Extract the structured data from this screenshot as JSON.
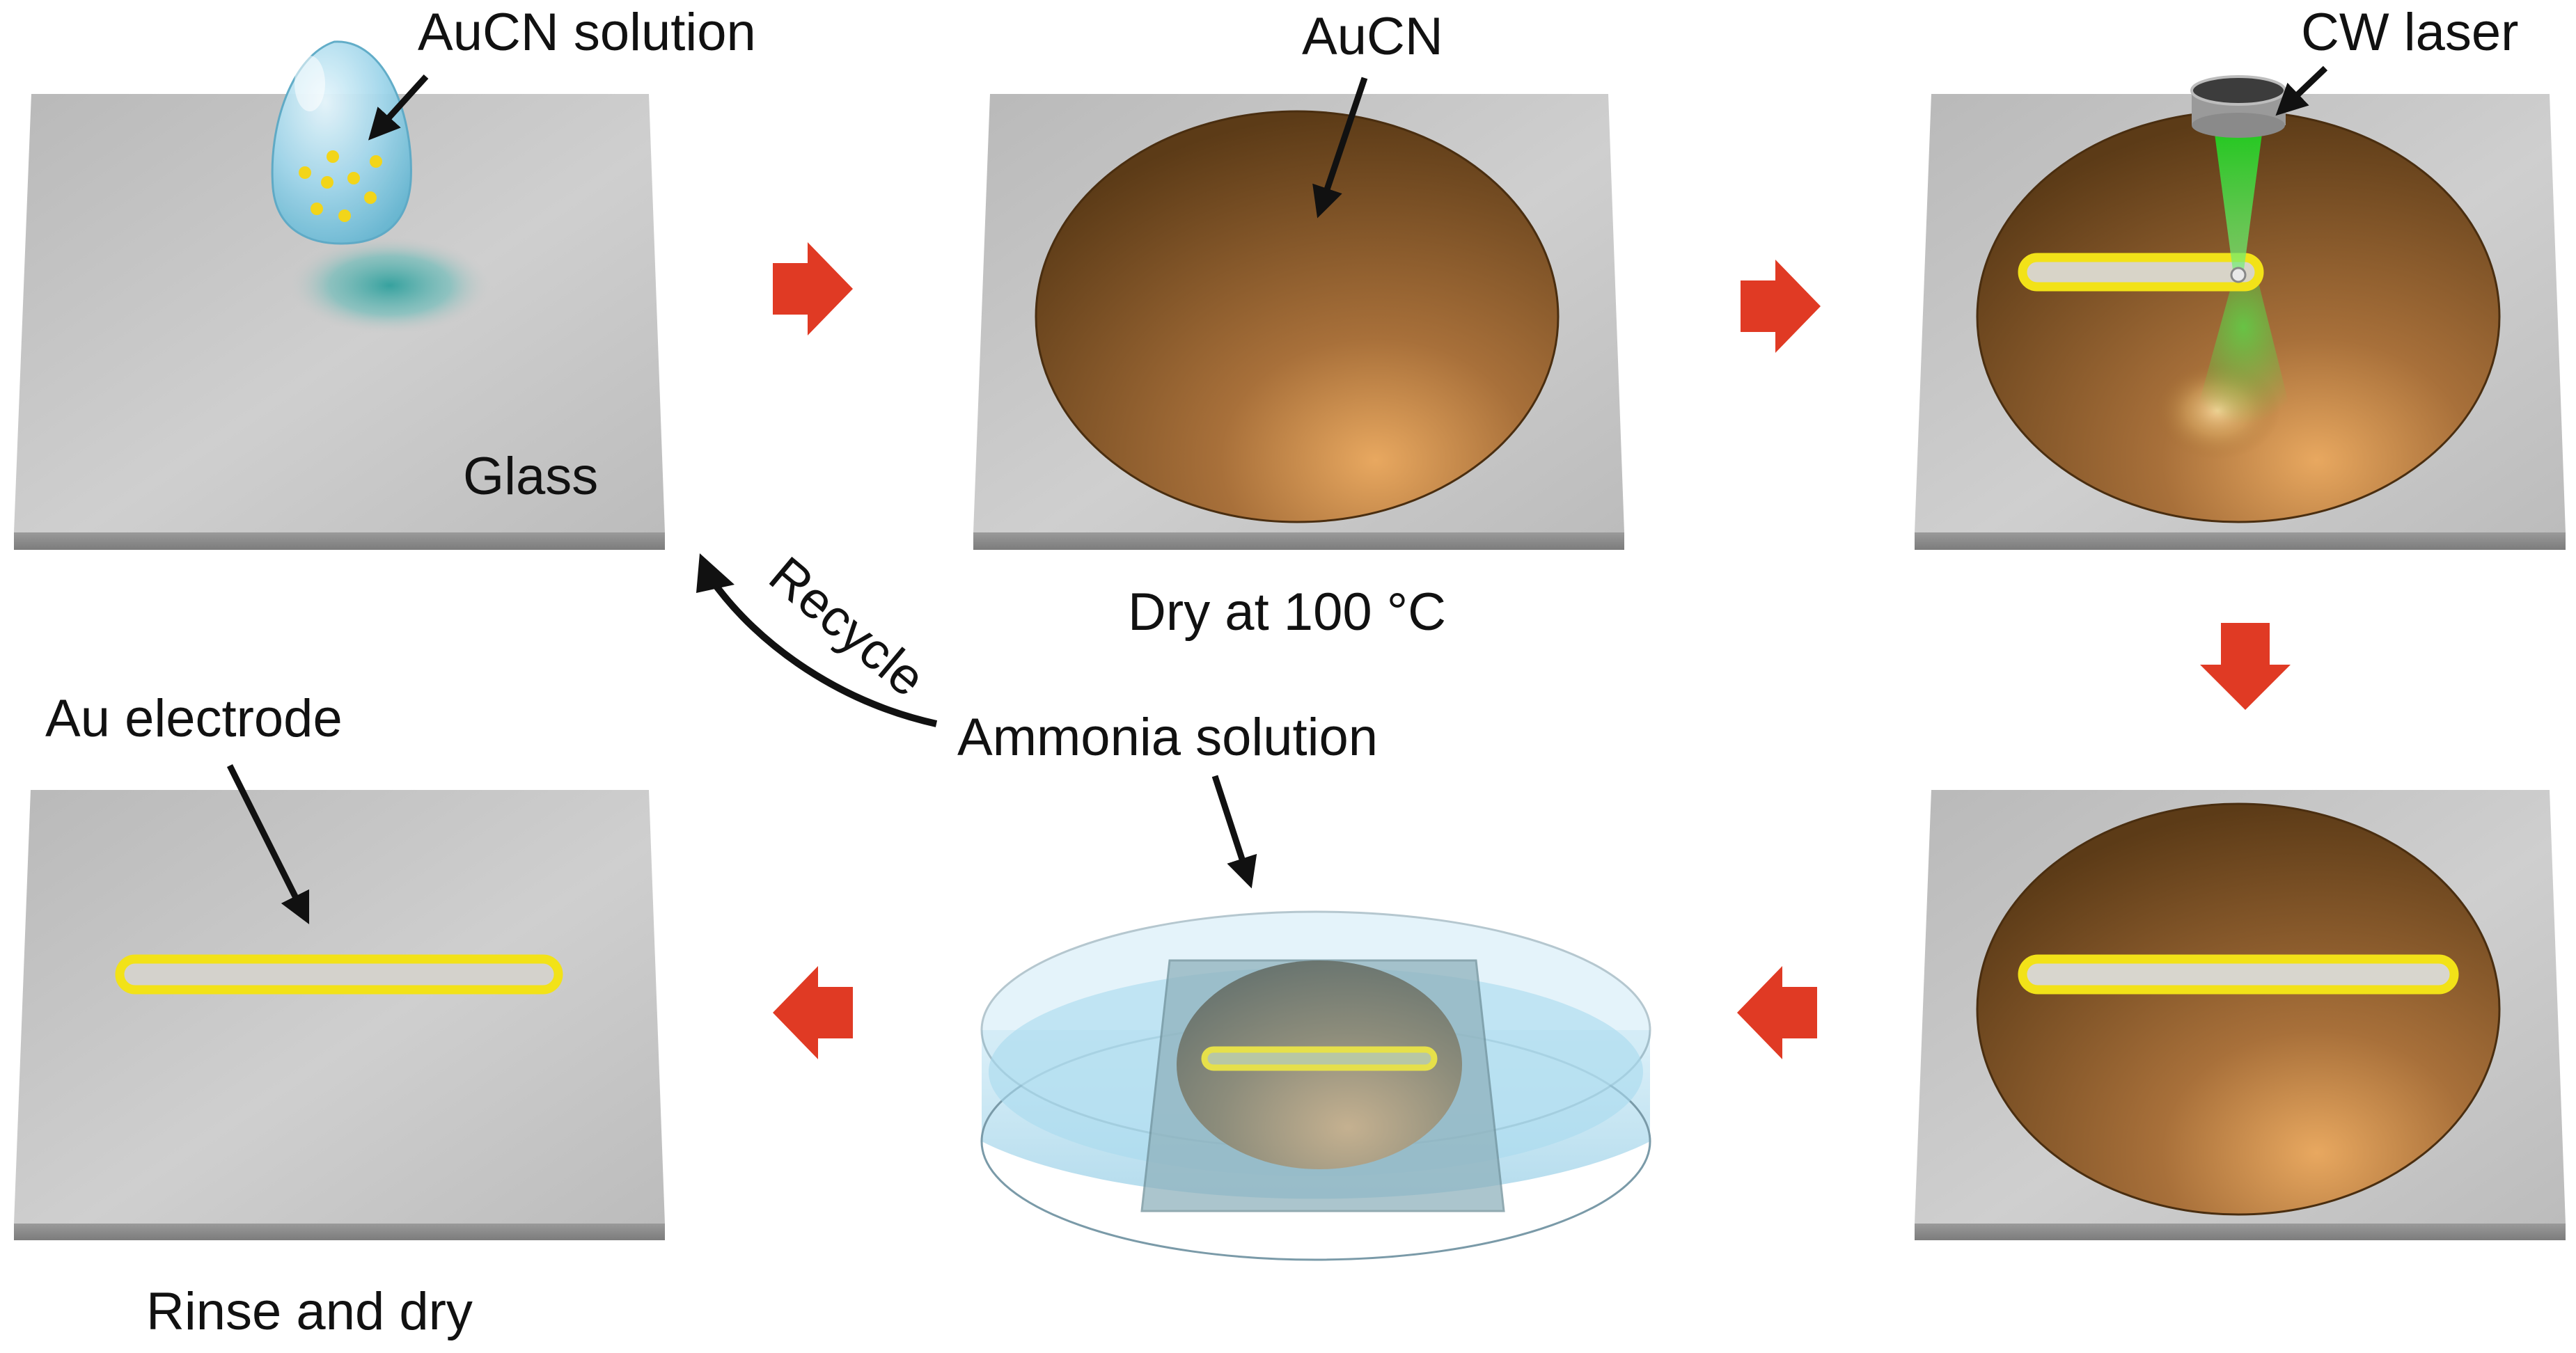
{
  "labels": {
    "aucn_solution": "AuCN solution",
    "glass": "Glass",
    "aucn": "AuCN",
    "dry_100": "Dry at 100 °C",
    "cw_laser": "CW laser",
    "recycle": "Recycle",
    "ammonia_solution": "Ammonia solution",
    "au_electrode": "Au electrode",
    "rinse_dry": "Rinse and dry"
  },
  "colors": {
    "glass_top": "#c4c4c4",
    "glass_side": "#8e8e8e",
    "film": "#8a5a25",
    "gold_line": "#f2e218",
    "laser": "#39d12e",
    "flow_arrow": "#e03a24",
    "pointer": "#111111",
    "dish": "#bfe4f4",
    "droplet": "#a9dcef",
    "stain": "#3aa6a3"
  },
  "icons": {
    "droplet": "droplet-icon",
    "laser_head": "laser-head-icon",
    "dish": "petri-dish-icon"
  }
}
